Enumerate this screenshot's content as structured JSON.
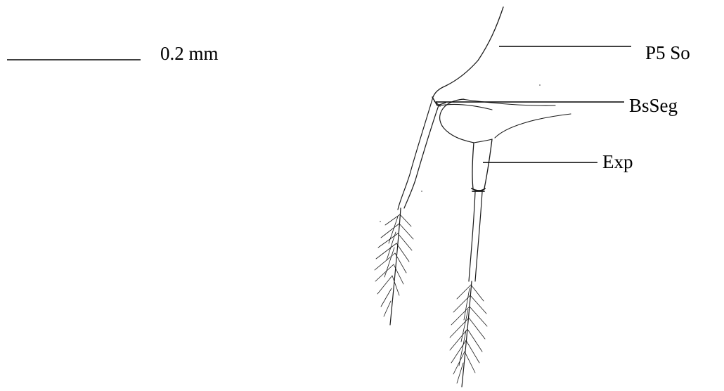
{
  "scale_bar": {
    "label": "0.2 mm"
  },
  "labels": {
    "p5_so": "P5 So",
    "bsseg": "BsSeg",
    "exp": "Exp"
  },
  "colors": {
    "ink": "#1a1a1a",
    "background": "#ffffff"
  }
}
